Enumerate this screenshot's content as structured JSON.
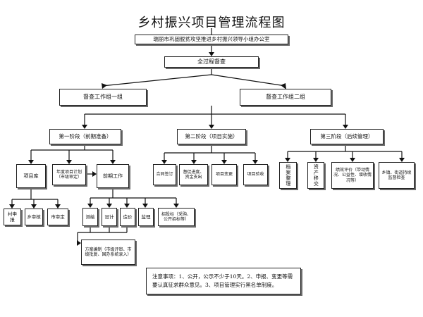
{
  "title": "乡村振兴项目管理流程图",
  "office": "瑞丽市巩固脱贫攻坚推进乡村振兴领导小组办公室",
  "supervision": "全过程督查",
  "groups": {
    "one": "督查工作组一组",
    "two": "督查工作组二组"
  },
  "stages": {
    "s1": "第一阶段（前期准备）",
    "s2": "第二阶段（项目实施）",
    "s3": "第三阶段（后续管理）"
  },
  "stage1": {
    "project_library": "项目库",
    "annual_plan": "年度项目计划（市级审定）",
    "preparation": "前期工作",
    "village_apply": "村申报",
    "town_review": "乡审核",
    "city_review": "市审定",
    "survey": "测绘",
    "design": "设计",
    "cost": "造价",
    "supervise": "监理",
    "bidding": "招投标（采购、公开招标等）",
    "plan_compile": "方案编制（市级评审、市级批复、国办系统录入）"
  },
  "stage2": {
    "contract": "合同签订",
    "progress": "督促进度、资金支出",
    "change": "项目变更",
    "acceptance": "项目验收"
  },
  "stage3": {
    "archive": "档案整理",
    "asset": "资产移交",
    "performance": "绩效评价（带动情况、公益性、增收情况等）",
    "oversight": "乡镇、街道持续监督检查"
  },
  "notice": "注意事项：1、公开，公示不少于10天。2、申报、变更等需要认真征求群众意见。3、项目管理实行黑名单制度。"
}
